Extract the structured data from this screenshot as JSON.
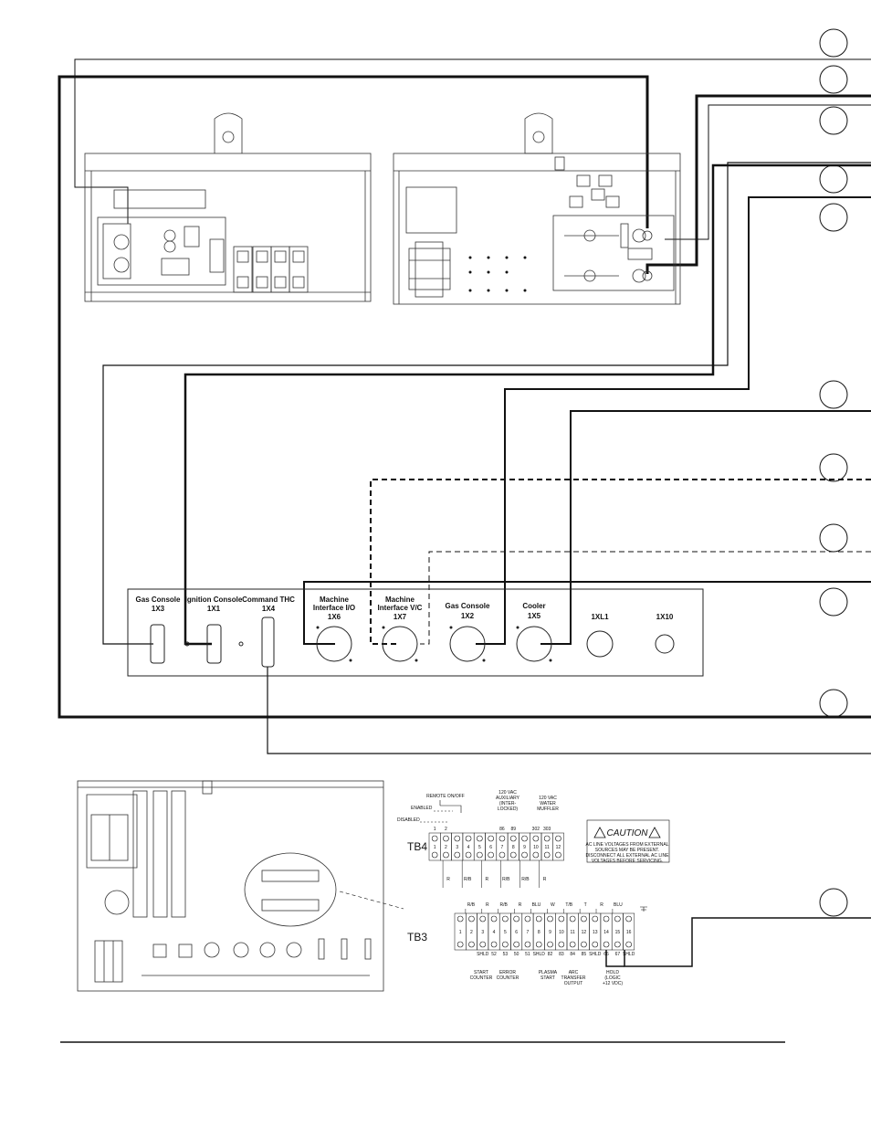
{
  "page": {
    "background": "#ffffff",
    "line_color": "#111111"
  },
  "panel": {
    "connectors": [
      {
        "name": "Gas Console",
        "id": "1X3"
      },
      {
        "name": "Ignition Console",
        "id": "1X1"
      },
      {
        "name": "Command THC",
        "id": "1X4"
      },
      {
        "name_line1": "Machine",
        "name_line2": "Interface I/O",
        "id": "1X6"
      },
      {
        "name_line1": "Machine",
        "name_line2": "Interface V/C",
        "id": "1X7"
      },
      {
        "name": "Gas Console",
        "id": "1X2"
      },
      {
        "name": "Cooler",
        "id": "1X5"
      },
      {
        "id": "1XL1"
      },
      {
        "id": "1X10"
      }
    ]
  },
  "terminal_blocks": {
    "tb4": {
      "name": "TB4",
      "states": {
        "enabled": "ENABLED",
        "disabled": "DISABLED"
      },
      "groups": {
        "remote_on_off": "REMOTE ON/OFF",
        "auxiliary": [
          "120 VAC",
          "AUXILIARY",
          "(INTER-",
          "LOCKED)"
        ],
        "water_muffler": [
          "120 VAC",
          "WATER",
          "MUFFLER"
        ]
      },
      "top_labels": [
        "1",
        "2",
        "",
        "",
        "",
        "",
        "86",
        "89",
        "",
        "302",
        "303",
        "",
        ""
      ],
      "numbers": [
        "1",
        "2",
        "3",
        "4",
        "5",
        "6",
        "7",
        "8",
        "9",
        "10",
        "11",
        "12"
      ],
      "wire_tags": [
        "R",
        "R/B",
        "R",
        "R/B",
        "R/B",
        "R"
      ],
      "caution": {
        "title": "CAUTION",
        "lines": [
          "AC LINE VOLTAGES FROM EXTERNAL",
          "SOURCES MAY BE PRESENT.",
          "DISCONNECT ALL EXTERNAL AC LINE",
          "VOLTAGES BEFORE SERVICING."
        ]
      }
    },
    "tb3": {
      "name": "TB3",
      "numbers": [
        "1",
        "2",
        "3",
        "4",
        "5",
        "6",
        "7",
        "8",
        "9",
        "10",
        "11",
        "12",
        "13",
        "14",
        "15",
        "16"
      ],
      "bottom_labels": [
        "",
        "",
        "SHLD",
        "52",
        "53",
        "50",
        "51",
        "SHLD",
        "82",
        "83",
        "84",
        "85",
        "SHLD",
        "66",
        "67",
        "SHLD"
      ],
      "wire_tags": [
        "R/B",
        "R",
        "R/B",
        "R",
        "BLU",
        "W",
        "T/B",
        "T",
        "R",
        "BLU"
      ],
      "groups": [
        [
          "START",
          "COUNTER"
        ],
        [
          "ERROR",
          "COUNTER"
        ],
        [
          "PLASMA",
          "START"
        ],
        [
          "ARC",
          "TRANSFER",
          "OUTPUT"
        ],
        [
          "HOLD",
          "(LOGIC",
          "+12 VDC)"
        ]
      ]
    }
  }
}
